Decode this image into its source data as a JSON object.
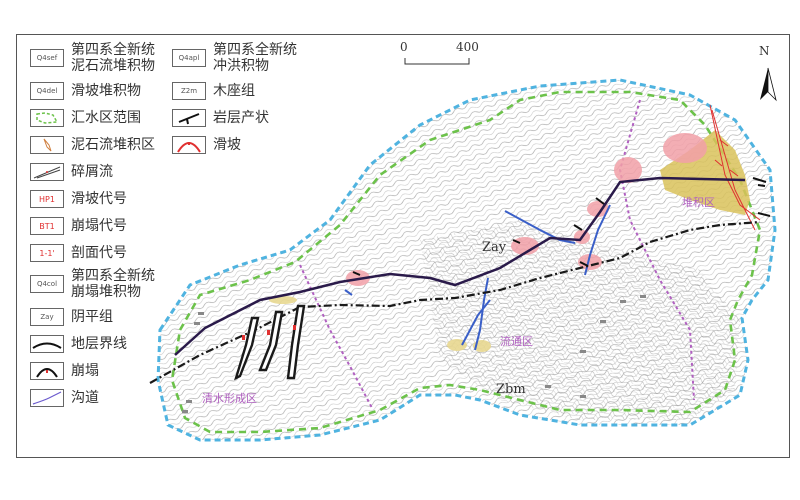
{
  "map": {
    "scale_bar": {
      "start_label": "0",
      "end_label": "400"
    },
    "north_arrow": {
      "label": "N",
      "icon": "north-arrow-icon"
    },
    "formation_labels": [
      "Zay",
      "Zbm"
    ],
    "zone_labels": {
      "accumulation": "堆积区",
      "flow_through": "流通区",
      "source": "清水形成区"
    },
    "colors": {
      "watershed_boundary": "#4fb3e0",
      "catchment_boundary": "#6cc24a",
      "zone_divider": "#b060c0",
      "debris_deposit": "#d9c25a",
      "landslide_fill": "#f2a0a8",
      "channel": "#3a5fc8",
      "stratum_boundary": "#1a1a1a",
      "debris_channel": "#2a1a4a",
      "landslide_red": "#e03030"
    }
  },
  "legend": {
    "items": [
      {
        "symbol": "Q4sef",
        "label_line1": "第四系全新统",
        "label_line2": "泥石流堆积物",
        "icon": "quaternary-debris-flow-deposit-icon"
      },
      {
        "symbol": "Q4apl",
        "label_line1": "第四系全新统",
        "label_line2": "冲洪积物",
        "icon": "quaternary-alluvial-deposit-icon"
      },
      {
        "symbol": "Q4del",
        "label_line1": "滑坡堆积物",
        "icon": "landslide-deposit-icon"
      },
      {
        "symbol": "Z2m",
        "label_line1": "木座组",
        "icon": "muzuo-formation-icon"
      },
      {
        "label_line1": "汇水区范围",
        "icon": "catchment-boundary-icon"
      },
      {
        "label_line1": "岩层产状",
        "icon": "bedding-attitude-icon"
      },
      {
        "label_line1": "泥石流堆积区",
        "icon": "debris-accumulation-zone-icon"
      },
      {
        "label_line1": "滑坡",
        "icon": "landslide-icon"
      },
      {
        "label_line1": "碎屑流",
        "icon": "debris-flow-icon"
      },
      {
        "symbol": "HP1",
        "label_line1": "滑坡代号",
        "icon": "landslide-code-icon"
      },
      {
        "symbol": "BT1",
        "label_line1": "崩塌代号",
        "icon": "collapse-code-icon"
      },
      {
        "symbol": "1-1'",
        "label_line1": "剖面代号",
        "icon": "section-code-icon"
      },
      {
        "symbol": "Q4col",
        "label_line1": "第四系全新统",
        "label_line2": "崩塌堆积物",
        "icon": "quaternary-collapse-deposit-icon"
      },
      {
        "symbol": "Zay",
        "label_line1": "阴平组",
        "icon": "yinping-formation-icon"
      },
      {
        "label_line1": "地层界线",
        "icon": "stratum-boundary-icon"
      },
      {
        "label_line1": "崩塌",
        "icon": "collapse-icon"
      },
      {
        "label_line1": "沟道",
        "icon": "gully-channel-icon"
      }
    ]
  }
}
